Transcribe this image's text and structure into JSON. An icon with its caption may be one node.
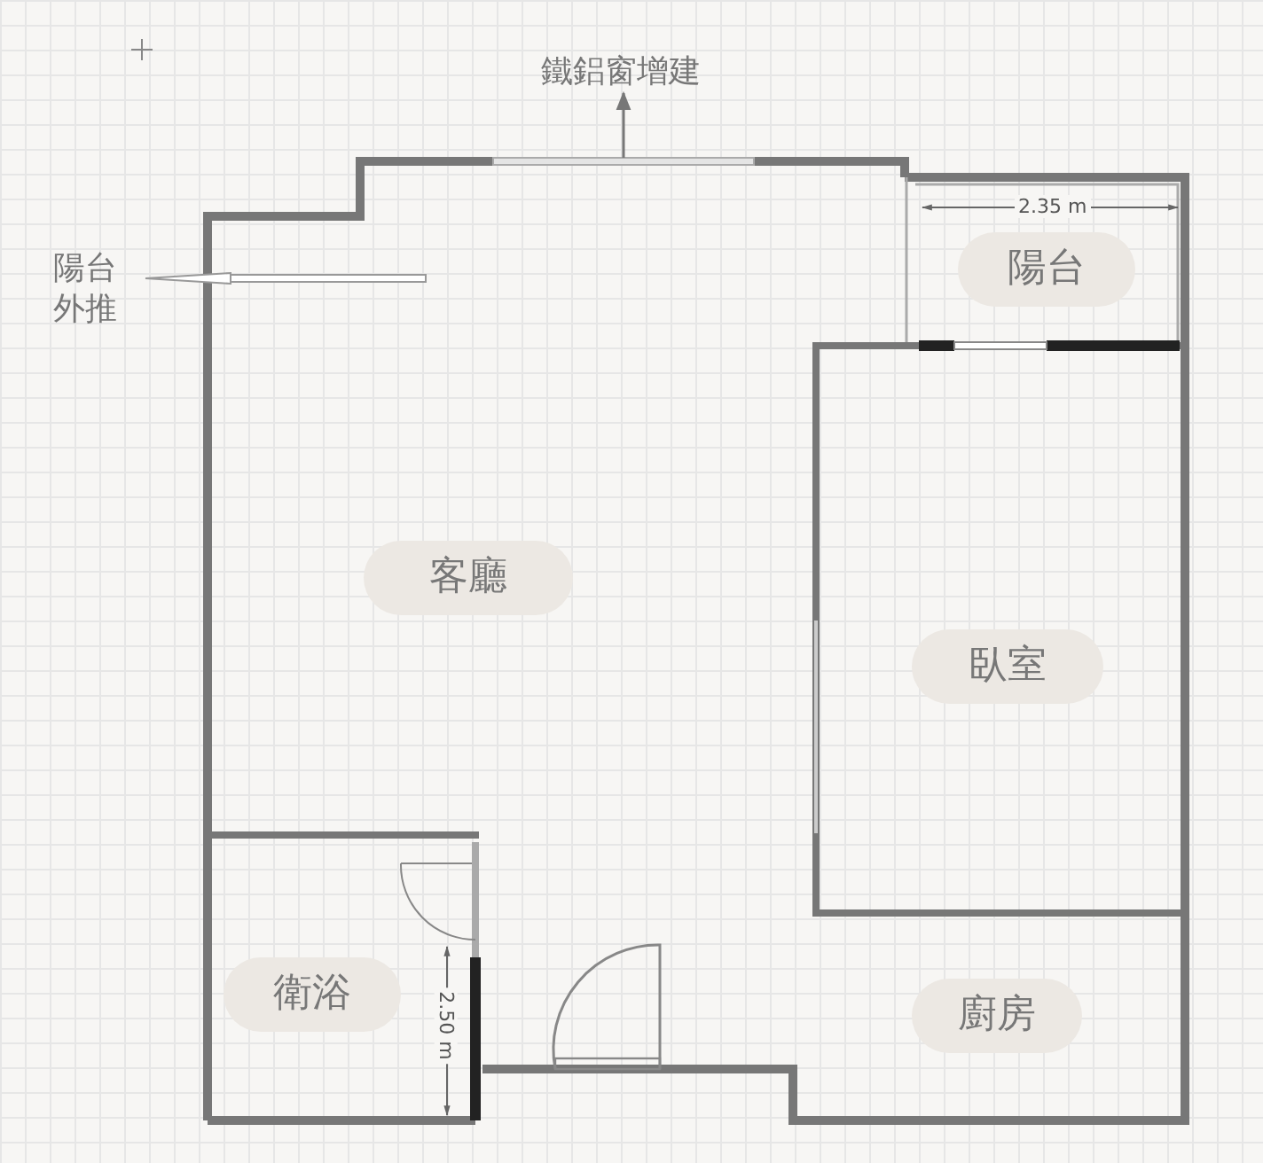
{
  "diagram": {
    "nodes": [
      {
        "text": [
          "客廳"
        ]
      },
      {
        "text": [
          "陽台"
        ]
      },
      {
        "text": [
          "臥室"
        ]
      },
      {
        "text": [
          "衛浴"
        ]
      },
      {
        "text": [
          "廚房"
        ]
      },
      {
        "text": [
          "鐵鋁窗增建"
        ]
      },
      {
        "text": [],
        "shape": "bar"
      }
    ],
    "edges": [
      {
        "from": 6,
        "to": 5,
        "arrow": "to"
      }
    ],
    "labels": [
      "陽台外推",
      "2.35 m",
      "2.50 m"
    ]
  }
}
